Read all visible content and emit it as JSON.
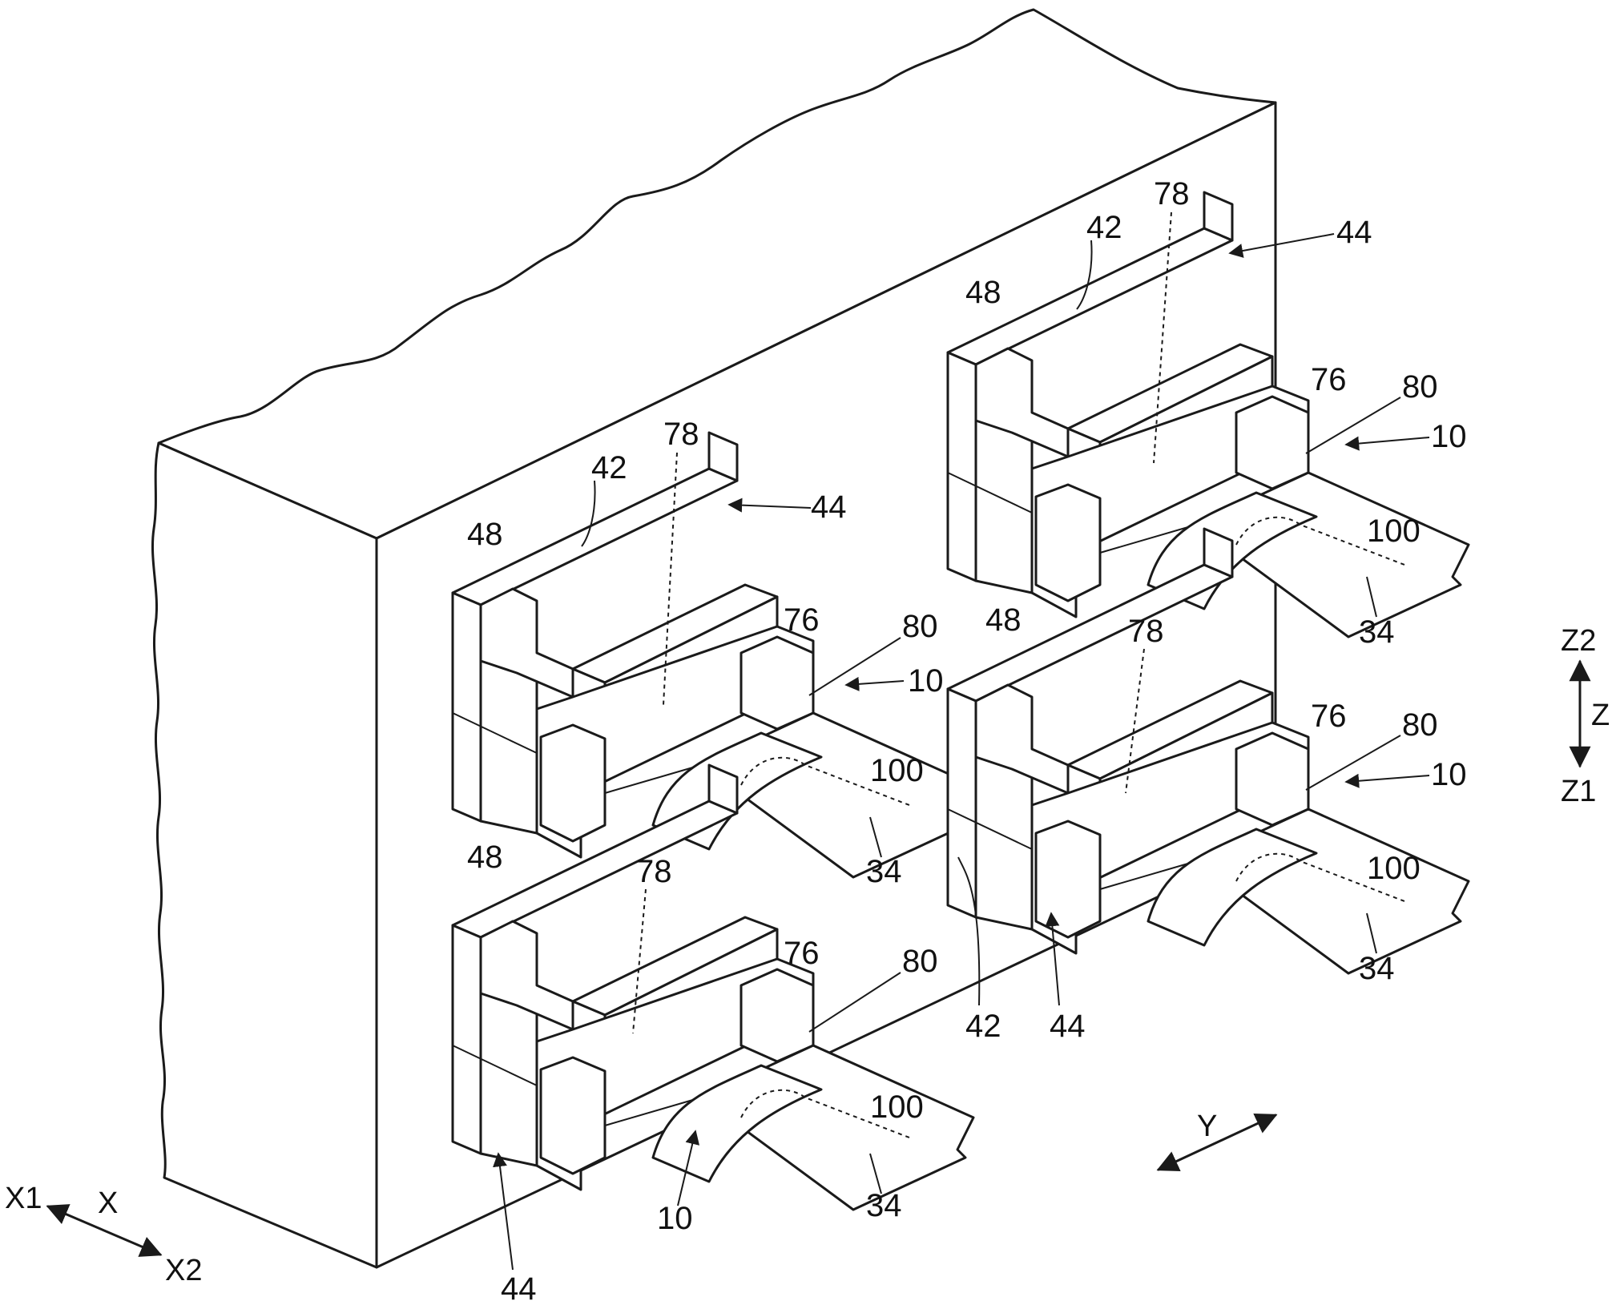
{
  "figure": {
    "assemblies": [
      {
        "holder": "48",
        "slot": "42",
        "tip": "78",
        "block": "76",
        "cap": "80",
        "connector": "10",
        "marker": "100",
        "cable": "34",
        "housing": "44"
      },
      {
        "holder": "48",
        "slot": "42",
        "tip": "78",
        "block": "76",
        "cap": "80",
        "connector": "10",
        "marker": "100",
        "cable": "34",
        "housing": "44"
      },
      {
        "holder": "48",
        "slot": "42",
        "tip": "78",
        "block": "76",
        "cap": "80",
        "connector": "10",
        "marker": "100",
        "cable": "34",
        "housing": "44"
      },
      {
        "holder": "48",
        "tip": "78",
        "block": "76",
        "cap": "80",
        "connector": "10",
        "marker": "100",
        "cable": "34",
        "housing": "44"
      }
    ],
    "axes": {
      "x": {
        "name": "X",
        "pos": "X1",
        "neg": "X2"
      },
      "y": {
        "name": "Y"
      },
      "z": {
        "name": "Z",
        "up": "Z2",
        "down": "Z1"
      }
    }
  }
}
